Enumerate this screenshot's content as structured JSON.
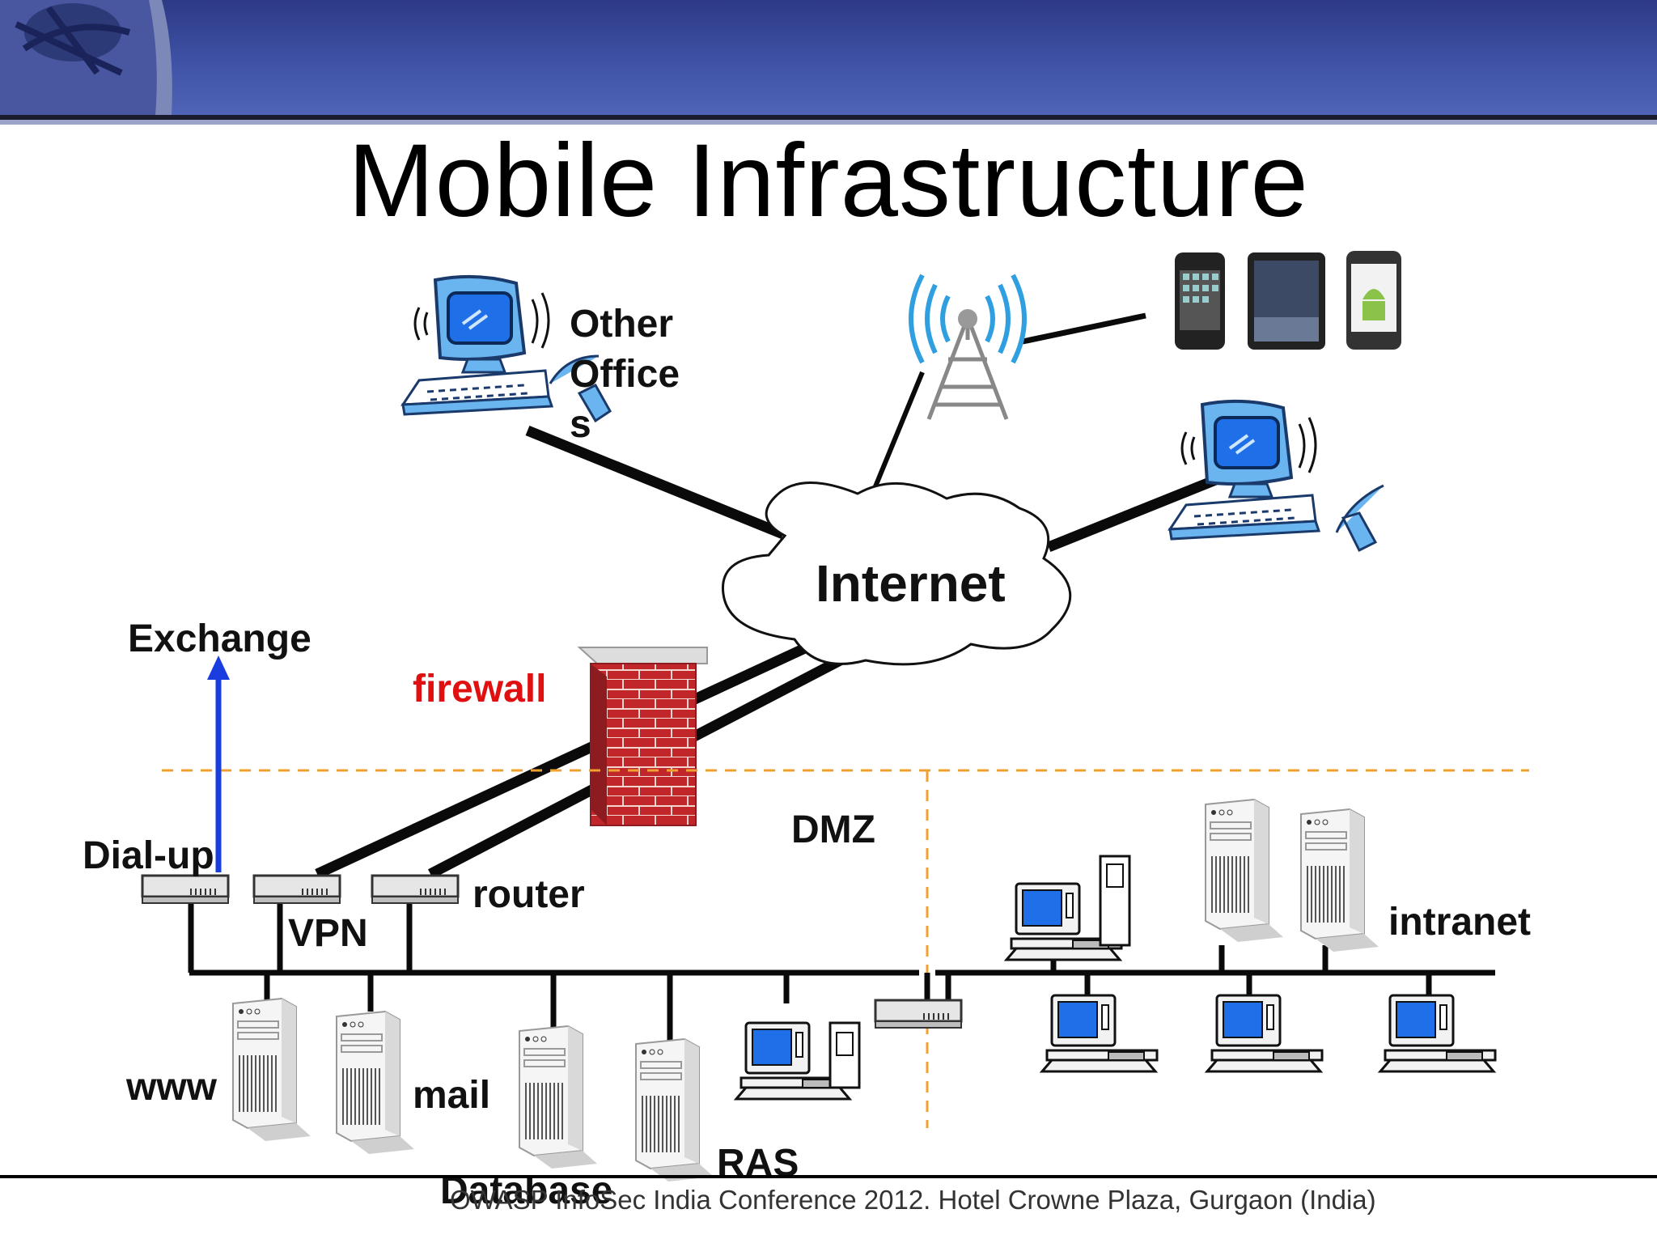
{
  "slide": {
    "title": "Mobile Infrastructure",
    "footer": "OWASP InfoSec India Conference 2012. Hotel Crowne Plaza, Gurgaon (India)"
  },
  "diagram": {
    "labels": {
      "other_offices": [
        "Other",
        "Office",
        "s"
      ],
      "internet": "Internet",
      "exchange": "Exchange",
      "firewall": "firewall",
      "dmz": "DMZ",
      "dial_up": "Dial-up",
      "vpn": "VPN",
      "router": "router",
      "intranet": "intranet",
      "www": "www",
      "mail": "mail",
      "database": "Database",
      "ras": "RAS"
    },
    "colors": {
      "header": "#3f52a6",
      "firewall_label": "#e01010",
      "brick": "#c0262a",
      "dmz_line": "#f0a030",
      "arrow": "#1a3de0",
      "screen": "#1f6fe8",
      "monitor": "#6ab4f0"
    },
    "icons": [
      "owasp-wasp-logo-icon",
      "radio-tower-icon",
      "iphone-icon",
      "ipad-icon",
      "android-phone-icon",
      "cloud-icon",
      "desktop-computer-icon",
      "server-tower-icon",
      "router-device-icon",
      "brick-wall-icon"
    ]
  }
}
